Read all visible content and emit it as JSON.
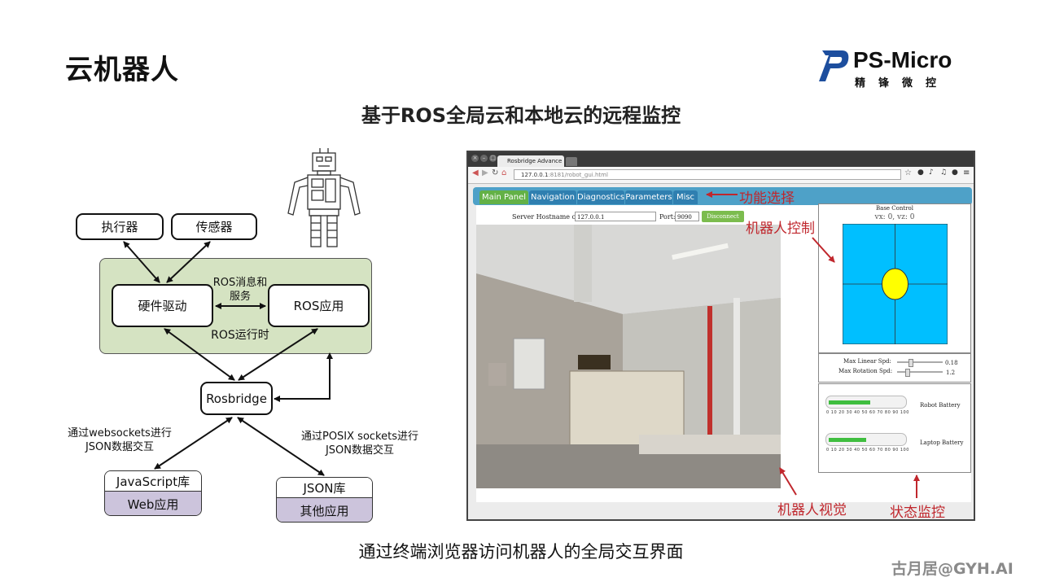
{
  "slide": {
    "title": "云机器人",
    "subtitle": "基于ROS全局云和本地云的远程监控",
    "caption": "通过终端浏览器访问机器人的全局交互界面",
    "watermark": "古月居@GYH.AI"
  },
  "logo": {
    "name": "PS-Micro",
    "chinese": "精锋微控",
    "color": "#1d4e9e"
  },
  "diagram": {
    "actuator": "执行器",
    "sensor": "传感器",
    "hardware_driver": "硬件驱动",
    "ros_app": "ROS应用",
    "ros_msg_line1": "ROS消息和",
    "ros_msg_line2": "服务",
    "ros_runtime": "ROS运行时",
    "rosbridge": "Rosbridge",
    "ws_line1": "通过websockets进行",
    "ws_line2": "JSON数据交互",
    "posix_line1": "通过POSIX sockets进行",
    "posix_line2": "JSON数据交互",
    "js_lib": "JavaScript库",
    "web_app": "Web应用",
    "json_lib": "JSON库",
    "other_app": "其他应用",
    "runtime_color": "#d5e3c2",
    "lib_color": "#ccc4dc"
  },
  "gui": {
    "tab_title": "Rosbridge Advance",
    "url_host": "127.0.0.1",
    "url_rest": ":8181/robot_gui.html",
    "tabs": [
      "Main Panel",
      "Navigation",
      "Diagnostics",
      "Parameters",
      "Misc"
    ],
    "active_tab": "Main Panel",
    "server_label": "Server Hostname or IP:",
    "server_value": "127.0.0.1",
    "port_label": "Port:",
    "port_value": "9090",
    "disconnect": "Disconnect",
    "base_control_title": "Base Control",
    "velocity_readout": "vx: 0, vz: 0",
    "max_linear_label": "Max Linear Spd:",
    "max_linear_value": "0.18",
    "max_rotation_label": "Max Rotation Spd:",
    "max_rotation_value": "1.2",
    "robot_battery_label": "Robot Battery",
    "laptop_battery_label": "Laptop Battery",
    "gauge_scale": "0 10 20 30 40 50 60 70 80 90 100",
    "robot_battery_level": 0.55,
    "laptop_battery_level": 0.5,
    "pad_color": "#00bfff",
    "knob_color": "#ffff00"
  },
  "annotations": {
    "function_select": "功能选择",
    "robot_control": "机器人控制",
    "robot_vision": "机器人视觉",
    "status_monitor": "状态监控",
    "color": "#c0272d"
  }
}
